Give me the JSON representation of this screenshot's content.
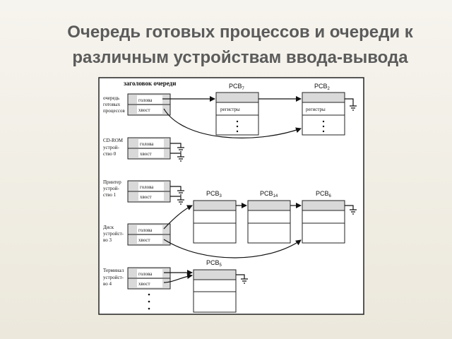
{
  "title": {
    "line1": "Очередь готовых процессов и очереди к",
    "line2": "различным устройствам ввода-вывода"
  },
  "diagram": {
    "header_label": "заголовок очереди",
    "head_label": "голова",
    "tail_label": "хвост",
    "registers_label": "регистры",
    "queues": [
      {
        "lines": [
          "очередь",
          "готовых",
          "процессов"
        ]
      },
      {
        "lines": [
          "CD-ROM",
          "устрой-",
          "ство 0"
        ]
      },
      {
        "lines": [
          "Принтер",
          "устрой-",
          "ство 1"
        ]
      },
      {
        "lines": [
          "Диск",
          "устройст-",
          "во 3"
        ]
      },
      {
        "lines": [
          "Терминал",
          "устройст-",
          "во 4"
        ]
      }
    ],
    "pcbs": [
      {
        "base": "PCB",
        "sub": "7"
      },
      {
        "base": "PCB",
        "sub": "2"
      },
      {
        "base": "PCB",
        "sub": "3"
      },
      {
        "base": "PCB",
        "sub": "14"
      },
      {
        "base": "PCB",
        "sub": "6"
      },
      {
        "base": "PCB",
        "sub": "5"
      }
    ]
  }
}
